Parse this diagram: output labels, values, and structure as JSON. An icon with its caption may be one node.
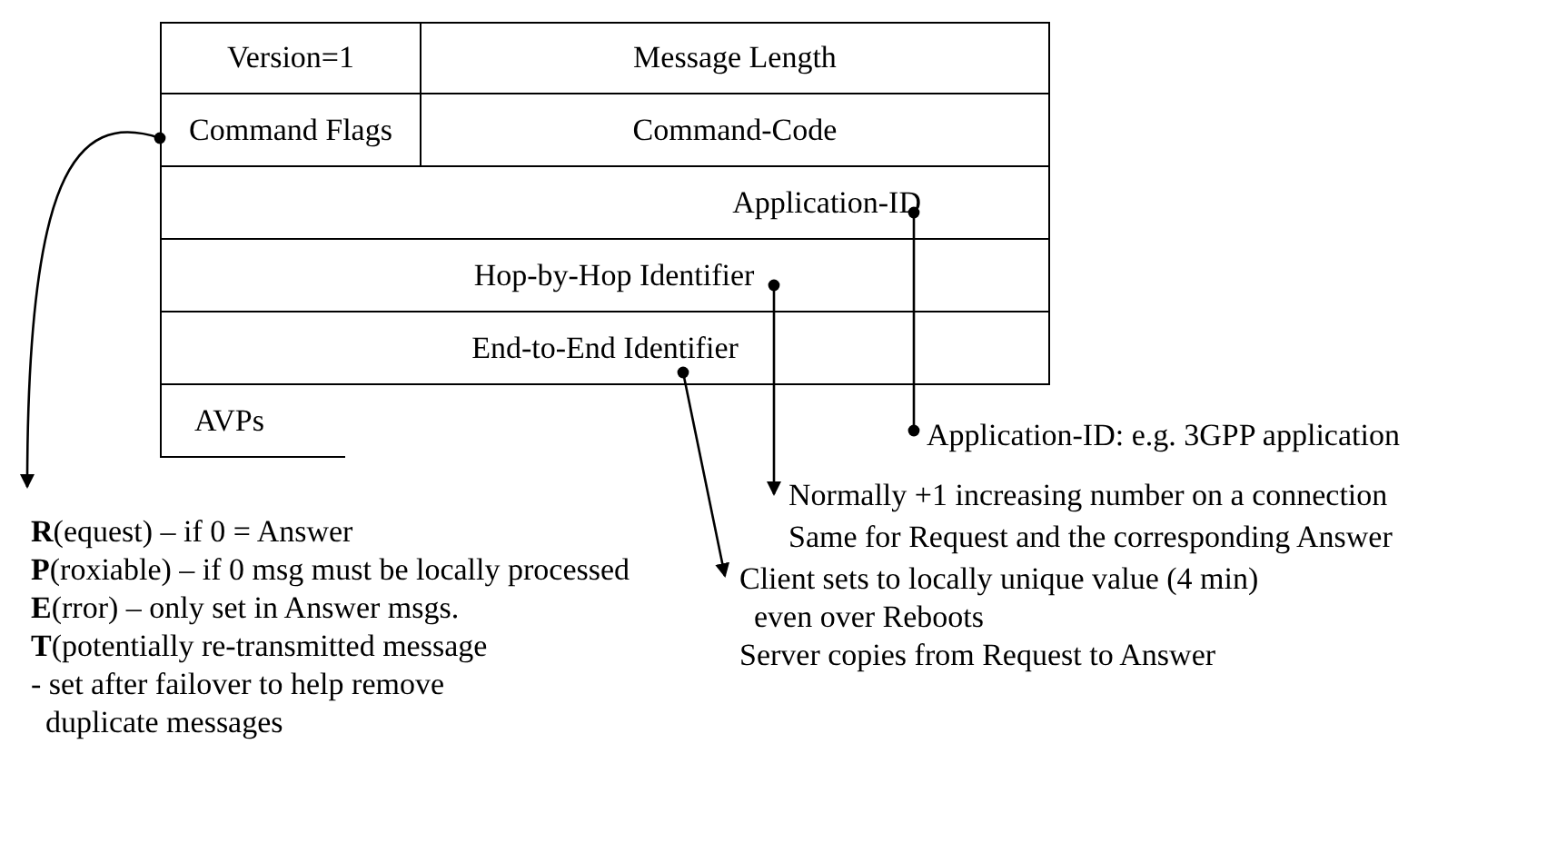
{
  "diagram": {
    "nodes": [
      {
        "text": [
          "Version=1"
        ]
      },
      {
        "text": [
          "Message Length"
        ]
      },
      {
        "text": [
          "Command Flags"
        ]
      },
      {
        "text": [
          "Command-Code"
        ]
      },
      {
        "text": [
          "Application-ID"
        ]
      },
      {
        "text": [
          "Hop-by-Hop Identifier"
        ]
      },
      {
        "text": [
          "End-to-End Identifier"
        ]
      },
      {
        "text": [
          "AVPs"
        ]
      },
      {
        "text": [
          "**R**(equest) – if 0 = Answer",
          "**P**(roxiable) – if 0 msg must be locally processed",
          "**E**(rror) – only set in Answer msgs.",
          "**T**(potentially re-transmitted message",
          "- set after failover to help remove duplicate messages"
        ]
      },
      {
        "text": [
          "Application-ID: e.g. 3GPP application"
        ]
      },
      {
        "text": [
          "Normally +1 increasing number on a connection",
          "Same for Request and the corresponding Answer"
        ]
      },
      {
        "text": [
          "Client sets to locally unique value (4 min) even over Reboots",
          "Server copies from Request to Answer"
        ]
      }
    ],
    "edges": [
      {
        "from": 2,
        "to": 8,
        "arrow": "to"
      },
      {
        "from": 4,
        "to": 9,
        "arrow": "other"
      },
      {
        "from": 5,
        "to": 10,
        "arrow": "to"
      },
      {
        "from": 6,
        "to": 11,
        "arrow": "to"
      }
    ]
  }
}
